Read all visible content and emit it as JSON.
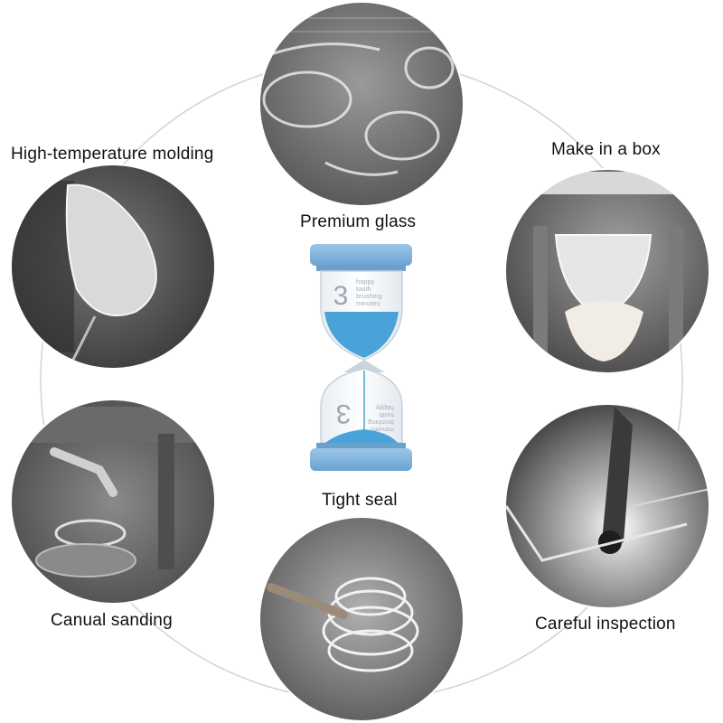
{
  "labels": {
    "premium_glass": "Premium glass",
    "high_temperature_molding": "High-temperature molding",
    "make_in_a_box": "Make in a box",
    "tight_seal": "Tight seal",
    "canual_sanding": "Canual sanding",
    "careful_inspection": "Careful inspection"
  },
  "hourglass": {
    "top_number": "3",
    "top_text_lines": [
      "happy",
      "tooth",
      "brushing",
      "minutes"
    ],
    "bottom_number": "3",
    "bottom_text_lines": [
      "minutes",
      "brushing",
      "tooth",
      "happy"
    ],
    "accent_color": "#7fb3dd",
    "sand_color": "#4aa3d8"
  },
  "colors": {
    "ring": "#d2d2d2",
    "text": "#111111",
    "background": "#ffffff"
  }
}
